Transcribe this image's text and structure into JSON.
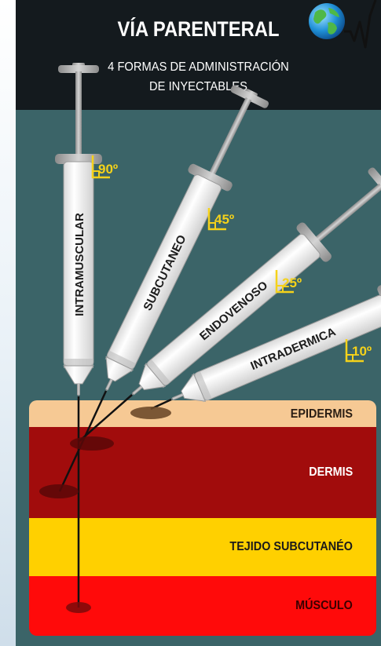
{
  "header": {
    "title": "VÍA PARENTERAL",
    "subtitle_line1": "4 FORMAS DE ADMINISTRACIÓN",
    "subtitle_line2": "DE INYECTABLES"
  },
  "syringes": [
    {
      "label": "INTRAMUSCULAR",
      "angle_label": "90º",
      "angle_deg": 90
    },
    {
      "label": "SUBCUTANEO",
      "angle_label": "45º",
      "angle_deg": 45
    },
    {
      "label": "ENDOVENOSO",
      "angle_label": "25º",
      "angle_deg": 25
    },
    {
      "label": "INTRADERMICA",
      "angle_label": "10º",
      "angle_deg": 10
    }
  ],
  "layers": {
    "epidermis": "EPIDERMIS",
    "dermis": "DERMIS",
    "subcutaneous": "TEJIDO SUBCUTANÉO",
    "muscle": "MÚSCULO"
  },
  "colors": {
    "background_panel": "#3b6468",
    "header": "#141a1e",
    "epidermis": "#f6c994",
    "dermis": "#a10c0c",
    "subcutaneous": "#ffd000",
    "muscle": "#ff0a0a",
    "angle_marks": "#f5d21a"
  },
  "icons": [
    "globe-icon",
    "pulse-line-icon"
  ]
}
